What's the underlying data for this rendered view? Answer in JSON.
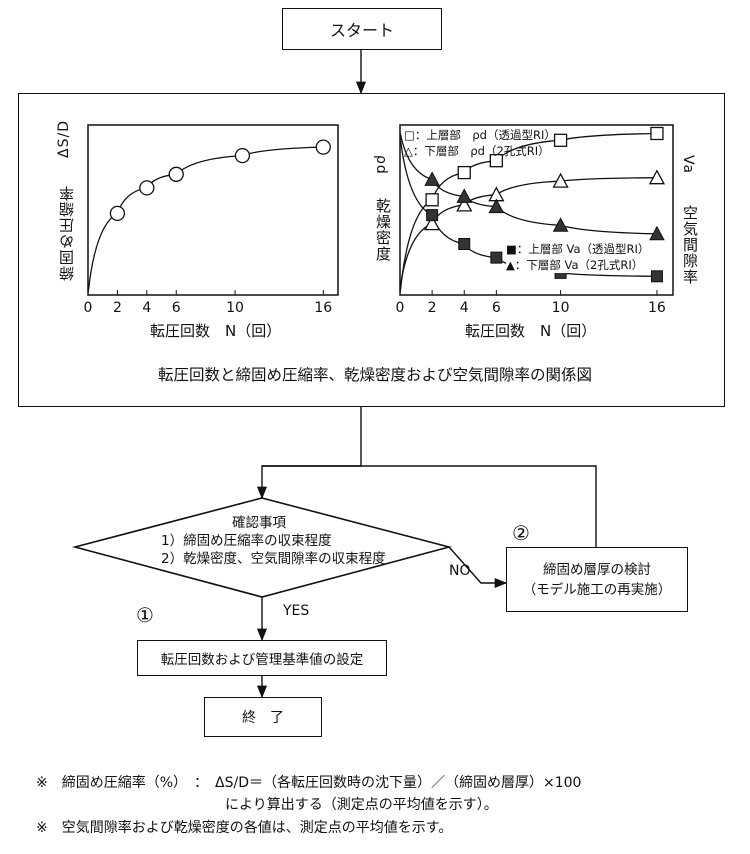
{
  "flow": {
    "start": "スタート",
    "check_title": "確認事項",
    "check_item1": "1）締固め圧縮率の収束程度",
    "check_item2": "2）乾燥密度、空気間隙率の収束程度",
    "no_label": "NO",
    "yes_label": "YES",
    "circle1": "①",
    "circle2": "②",
    "review_line1": "締固め層厚の検討",
    "review_line2": "（モデル施工の再実施）",
    "setting": "転圧回数および管理基準値の設定",
    "end": "終　了"
  },
  "figure": {
    "caption": "転圧回数と締固め圧縮率、乾燥密度および空気間隙率の関係図",
    "left_ylabel": "締固め圧縮率",
    "left_ysymbol": "ΔS/D",
    "right_ylabel_left": "乾燥密度",
    "right_ysymbol_left": "ρd",
    "right_ylabel_right": "空気間隙率",
    "right_ysymbol_right": "Va",
    "xlabel": "転圧回数　N（回）",
    "legend_top1": "□：上層部　ρd（透過型RI）",
    "legend_top2": "△：下層部　ρd（2孔式RI）",
    "legend_bot1": "■：上層部 Va（透過型RI）",
    "legend_bot2": "▲：下層部 Va（2孔式RI）"
  },
  "chart_data": [
    {
      "type": "scatter",
      "title": "",
      "xlabel": "転圧回数　N（回）",
      "ylabel": "締固め圧縮率　ΔS/D",
      "xticks": [
        0,
        2,
        4,
        6,
        10,
        16
      ],
      "xlim": [
        0,
        17
      ],
      "ylim": [
        0,
        1
      ],
      "series": [
        {
          "x": [
            2,
            4,
            6,
            10.5,
            16
          ],
          "y": [
            0.48,
            0.63,
            0.71,
            0.82,
            0.87
          ]
        }
      ]
    },
    {
      "type": "scatter",
      "title": "",
      "xlabel": "転圧回数　N（回）",
      "ylabel": "乾燥密度　ρd",
      "y2label": "空気間隙率　Va",
      "xticks": [
        0,
        2,
        4,
        6,
        10,
        16
      ],
      "xlim": [
        0,
        17
      ],
      "ylim": [
        0,
        1
      ],
      "series": [
        {
          "name": "□：上層部　ρd（透過型RI）",
          "marker": "square-open",
          "x": [
            2,
            4,
            6,
            10,
            16
          ],
          "y": [
            0.56,
            0.72,
            0.79,
            0.91,
            0.95
          ]
        },
        {
          "name": "△：下層部　ρd（2孔式RI）",
          "marker": "triangle-open",
          "x": [
            2,
            4,
            6,
            10,
            16
          ],
          "y": [
            0.42,
            0.53,
            0.59,
            0.67,
            0.69
          ]
        },
        {
          "name": "■：上層部 Va（透過型RI）",
          "marker": "square-filled",
          "x": [
            2,
            4,
            6,
            10,
            16
          ],
          "y": [
            0.47,
            0.3,
            0.22,
            0.13,
            0.11
          ]
        },
        {
          "name": "▲：下層部 Va（2孔式RI）",
          "marker": "triangle-filled",
          "x": [
            2,
            4,
            6,
            10,
            16
          ],
          "y": [
            0.68,
            0.58,
            0.52,
            0.41,
            0.36
          ]
        }
      ]
    }
  ],
  "notes": {
    "note1_line1": "※　締固め圧縮率（%）　：　ΔS/D＝（各転圧回数時の沈下量）／（締固め層厚）×100",
    "note1_line2": "により算出する（測定点の平均値を示す）。",
    "note2": "※　空気間隙率および乾燥密度の各値は、測定点の平均値を示す。"
  }
}
